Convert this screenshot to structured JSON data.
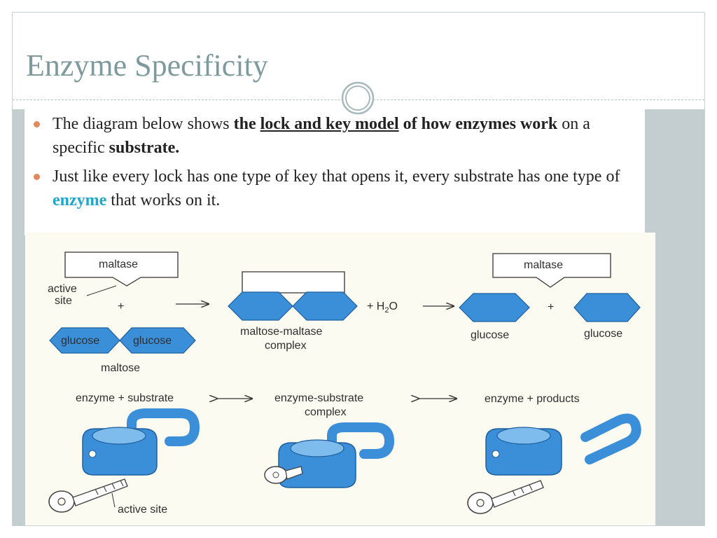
{
  "slide": {
    "title": "Enzyme Specificity",
    "bullet1": {
      "p1": "The diagram below shows ",
      "p2": "the ",
      "p3": "lock and key model",
      "p4": " of how enzymes work",
      "p5": " on a specific ",
      "p6": "substrate."
    },
    "bullet2": {
      "p1": "Just like every lock has one type of key that opens it, every substrate has one type of ",
      "p2": "enzyme",
      "p3": " that works on it."
    }
  },
  "diagram": {
    "top_row": {
      "maltase_left": "maltase",
      "active_site": "active",
      "active_site2": "site",
      "plus1": "+",
      "glucose_a": "glucose",
      "glucose_b": "glucose",
      "maltose": "maltose",
      "complex1": "maltose-maltase",
      "complex2": "complex",
      "plus_h2o": "+ H",
      "h2o_sub": "2",
      "h2o_o": "O",
      "maltase_right": "maltase",
      "plus2": "+",
      "glucose_c": "glucose",
      "glucose_d": "glucose"
    },
    "bottom_row": {
      "enzyme_substrate": "enzyme + substrate",
      "es_complex1": "enzyme-substrate",
      "es_complex2": "complex",
      "enzyme_products": "enzyme + products",
      "active_site": "active site"
    },
    "colors": {
      "blue": "#3a8fd8",
      "blue_light": "#7dbcec",
      "outline": "#1f5f9c"
    }
  }
}
